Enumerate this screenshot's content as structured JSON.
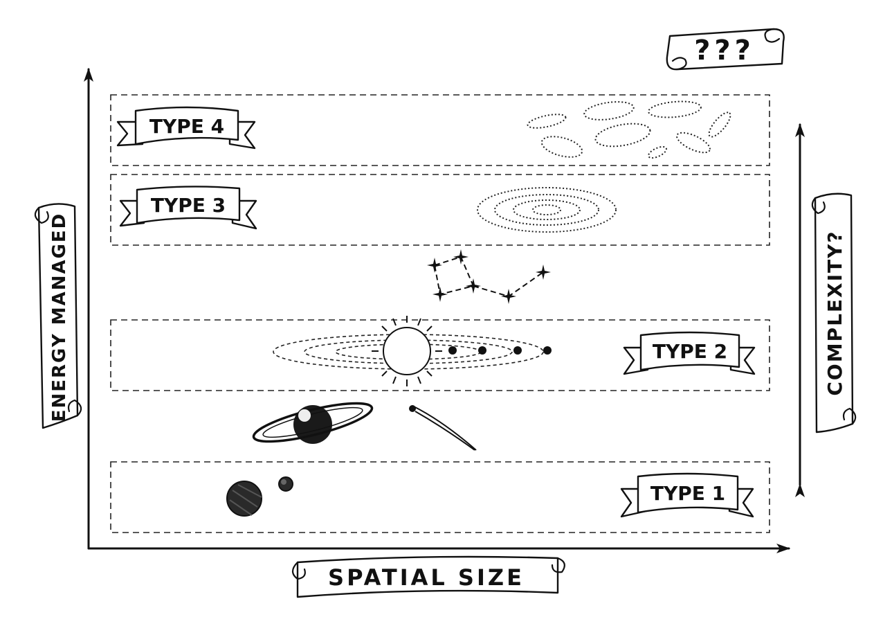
{
  "labels": {
    "unknown": "???",
    "x_axis": "SPATIAL SIZE",
    "y_axis": "ENERGY MANAGED",
    "complexity": "COMPLEXITY?"
  },
  "bands": [
    {
      "label": "TYPE 4",
      "object": "galaxy-cluster"
    },
    {
      "label": "TYPE 3",
      "object": "galaxy"
    },
    {
      "label": "TYPE 2",
      "object": "star-system"
    },
    {
      "label": "TYPE 1",
      "object": "planet"
    }
  ],
  "unboxed_objects": [
    "constellation",
    "ringed-planet",
    "comet"
  ],
  "colors": {
    "ink": "#111111",
    "paper": "#ffffff"
  }
}
